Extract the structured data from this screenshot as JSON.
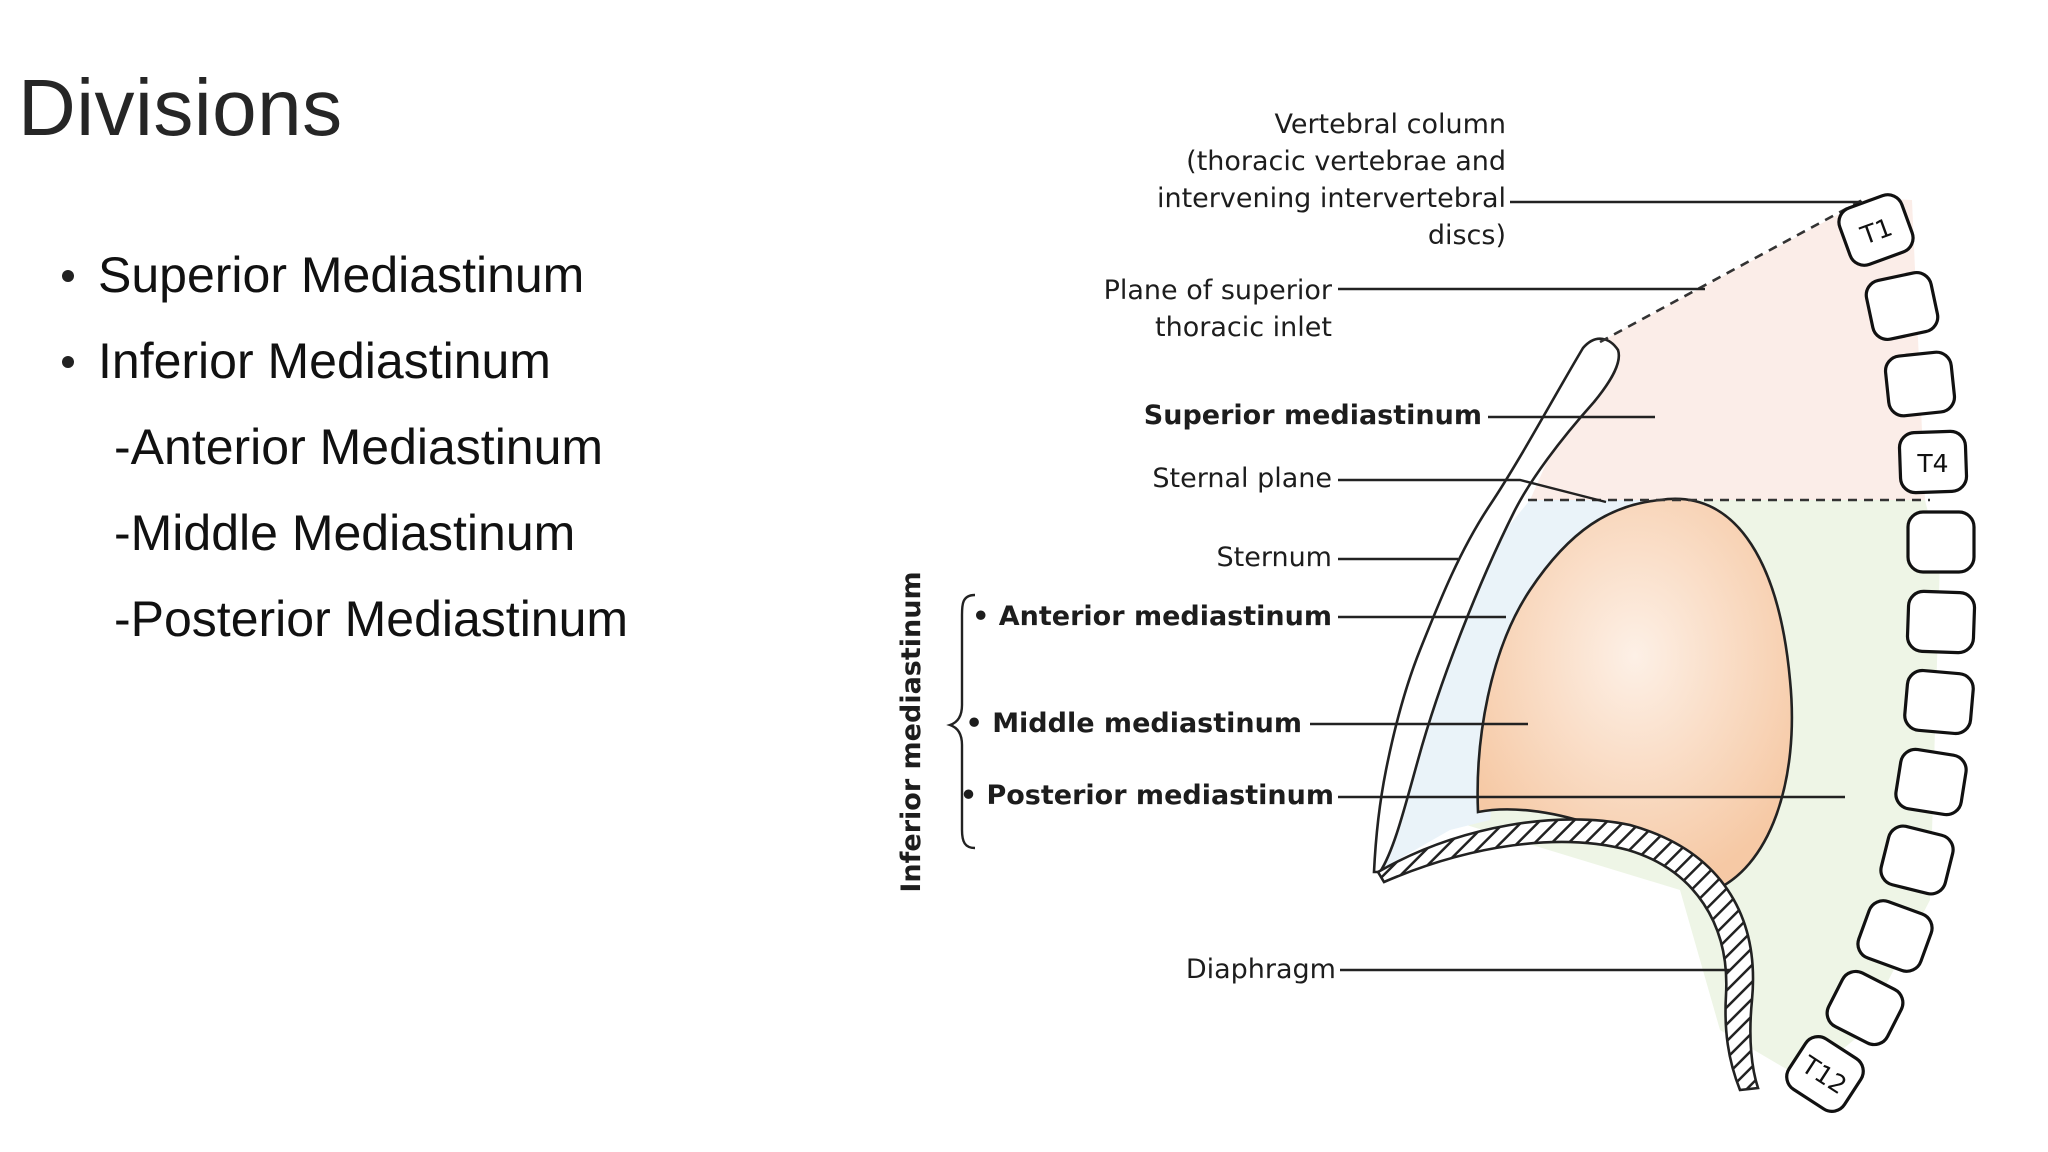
{
  "slide": {
    "title": "Divisions",
    "bullets": [
      {
        "text": "Superior Mediastinum",
        "level": 1
      },
      {
        "text": "Inferior Mediastinum",
        "level": 1
      },
      {
        "text": "-Anterior Mediastinum",
        "level": 2
      },
      {
        "text": "-Middle Mediastinum",
        "level": 2
      },
      {
        "text": "-Posterior Mediastinum",
        "level": 2
      }
    ]
  },
  "diagram": {
    "labels": {
      "vertebral_1": "Vertebral column",
      "vertebral_2": "(thoracic vertebrae and",
      "vertebral_3": "intervening intervertebral",
      "vertebral_4": "discs)",
      "plane_1": "Plane of superior",
      "plane_2": "thoracic inlet",
      "superior": "Superior mediastinum",
      "sternal_plane": "Sternal plane",
      "sternum": "Sternum",
      "anterior": "• Anterior mediastinum",
      "middle": "• Middle mediastinum",
      "posterior": "• Posterior mediastinum",
      "diaphragm": "Diaphragm",
      "inferior_group": "Inferior mediastinum"
    },
    "vertebra_labels": {
      "t1": "T1",
      "t4": "T4",
      "t12": "T12"
    },
    "colors": {
      "superior_region": "#fbede8",
      "anterior_region": "#eaf3f9",
      "posterior_region": "#eef5e6",
      "middle_region": "#f7cfb0"
    }
  }
}
